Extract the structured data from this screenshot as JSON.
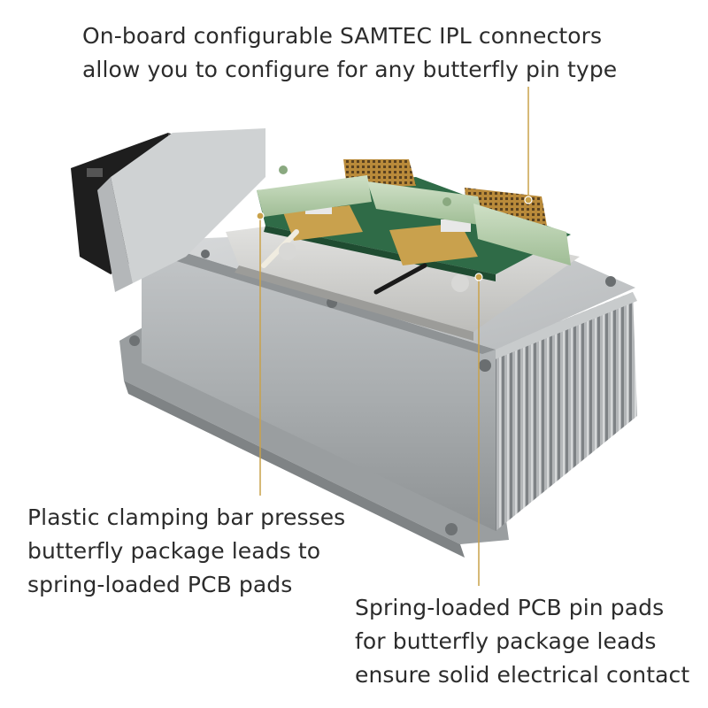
{
  "captions": {
    "top": {
      "line1": "On-board configurable SAMTEC IPL connectors",
      "line2": "allow you to configure for any butterfly pin type"
    },
    "left": {
      "line1": "Plastic clamping bar presses",
      "line2": "butterfly package leads to",
      "line3": "spring-loaded PCB pads"
    },
    "right": {
      "line1": "Spring-loaded PCB pin pads",
      "line2": "for butterfly package leads",
      "line3": "ensure solid electrical contact"
    }
  },
  "colors": {
    "leader_line": "#c9a24a",
    "background": "#ffffff",
    "heatsink": "#a9adb0",
    "pcb_green": "#2f6b47",
    "clamp_green": "#b9d2b0",
    "connector_gold": "#b98a3a"
  }
}
